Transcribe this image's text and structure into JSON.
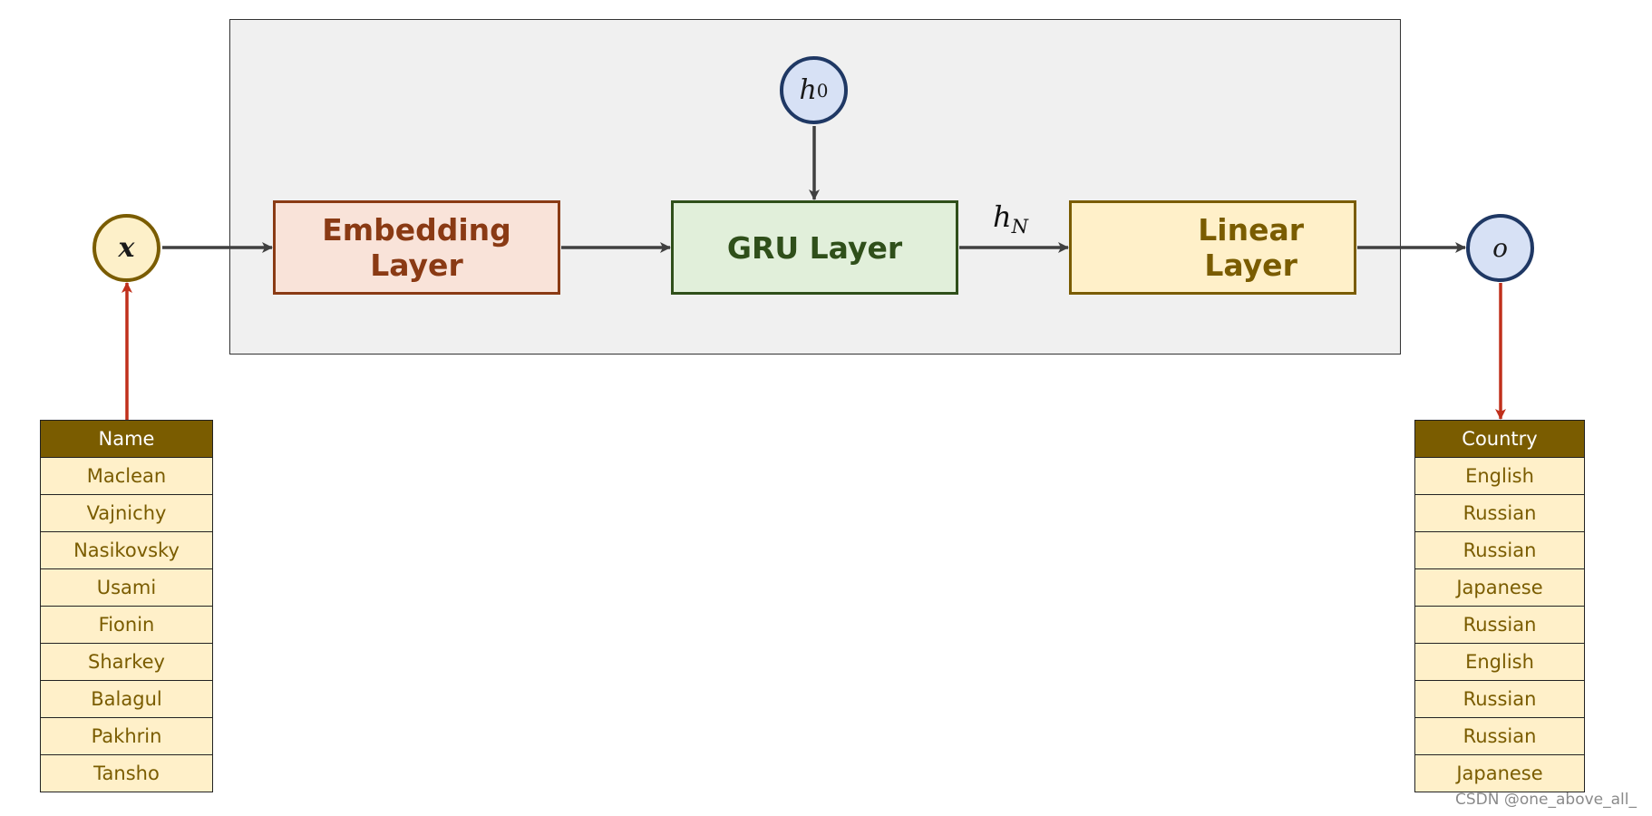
{
  "diagram": {
    "nodes": {
      "input": {
        "symbol": "x"
      },
      "hidden_init": {
        "symbol": "h",
        "subscript": "0"
      },
      "output": {
        "symbol": "o"
      }
    },
    "layers": {
      "embedding": {
        "line1": "Embedding",
        "line2": "Layer"
      },
      "gru": {
        "label": "GRU Layer"
      },
      "linear": {
        "line1": "Linear",
        "line2": "Layer"
      }
    },
    "edge_labels": {
      "hidden_final": {
        "symbol": "h",
        "subscript": "N"
      }
    },
    "colors": {
      "container_fill": "#f0f0f0",
      "embedding": "#8a3a14",
      "gru": "#2f4f1a",
      "linear": "#7a5c00",
      "arrow_gray": "#404040",
      "arrow_red": "#c0301c"
    }
  },
  "name_table": {
    "header": "Name",
    "rows": [
      "Maclean",
      "Vajnichy",
      "Nasikovsky",
      "Usami",
      "Fionin",
      "Sharkey",
      "Balagul",
      "Pakhrin",
      "Tansho"
    ]
  },
  "country_table": {
    "header": "Country",
    "rows": [
      "English",
      "Russian",
      "Russian",
      "Japanese",
      "Russian",
      "English",
      "Russian",
      "Russian",
      "Japanese"
    ]
  },
  "watermark": "CSDN @one_above_all_"
}
